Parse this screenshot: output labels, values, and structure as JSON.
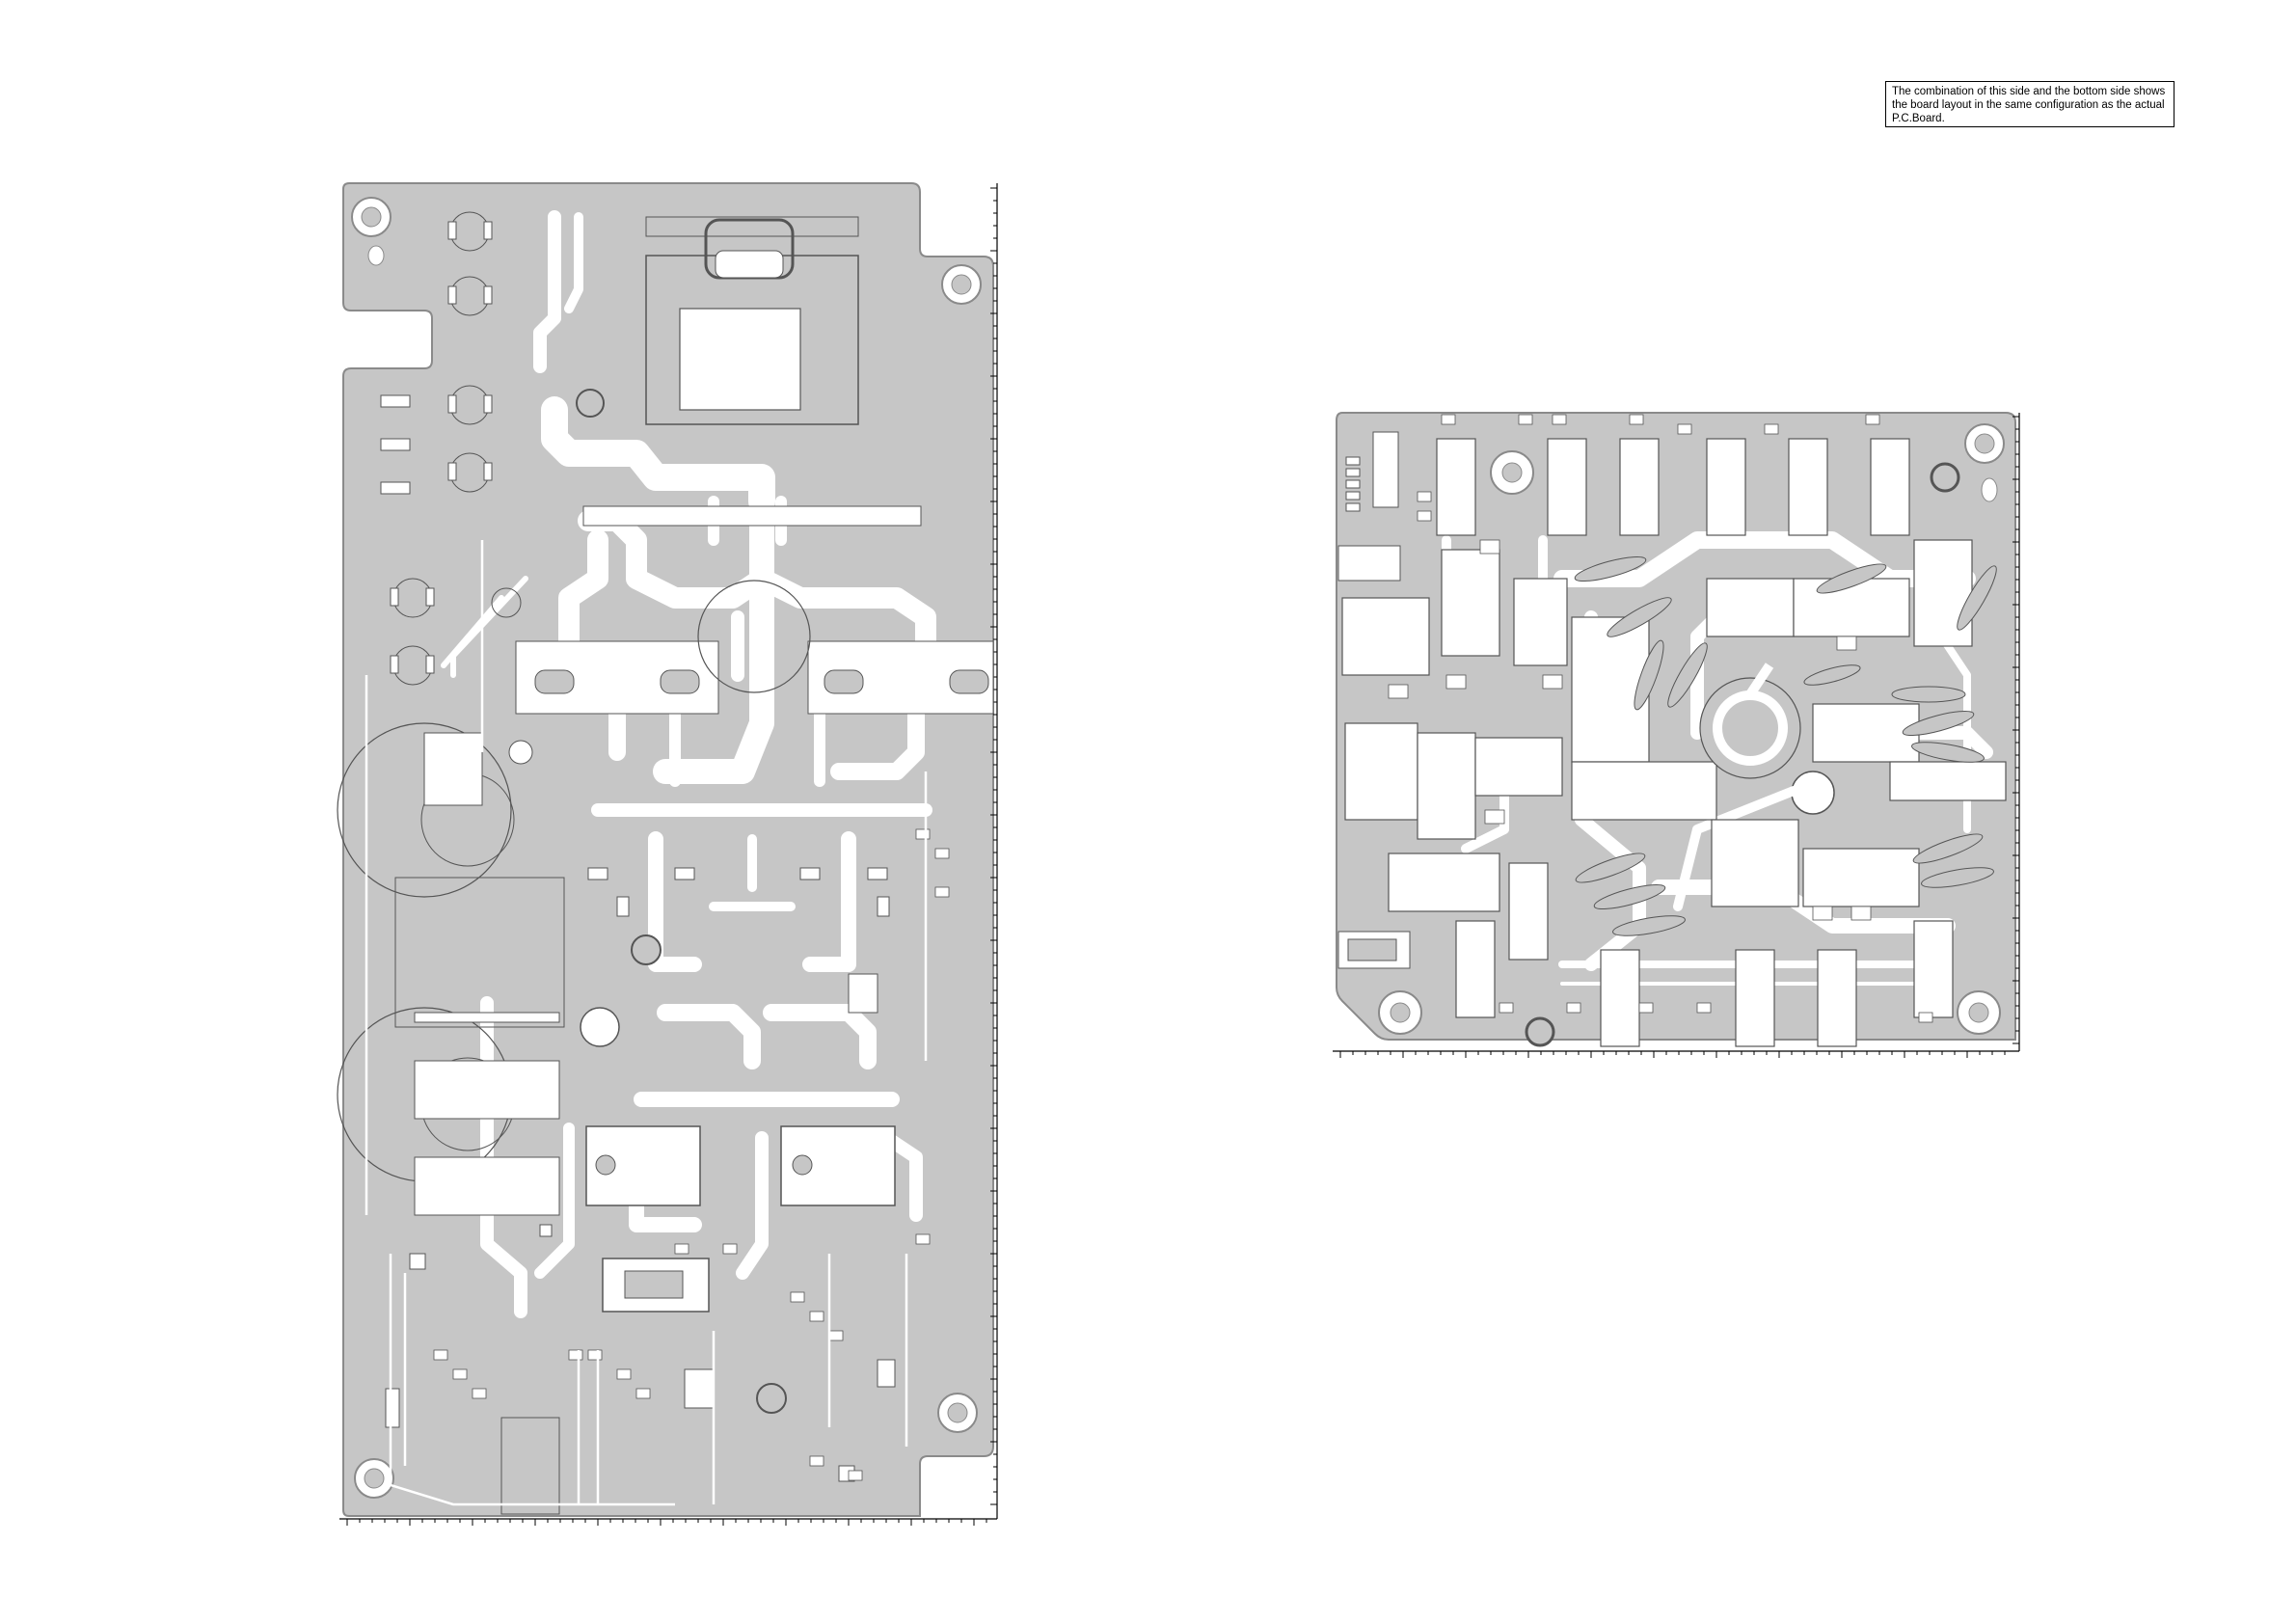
{
  "note": {
    "lines": [
      "The combination of this side and the bottom side shows",
      "the board layout in the same configuration as the actual",
      "P.C.Board."
    ]
  },
  "colors": {
    "board_fill": "#c6c6c6",
    "board_outline": "#8a8a8a",
    "trace": "#ffffff",
    "component_outline": "#555555",
    "ruler": "#000000"
  },
  "boards": [
    {
      "id": "left-board",
      "description_visible": false
    },
    {
      "id": "right-board",
      "description_visible": false
    }
  ]
}
